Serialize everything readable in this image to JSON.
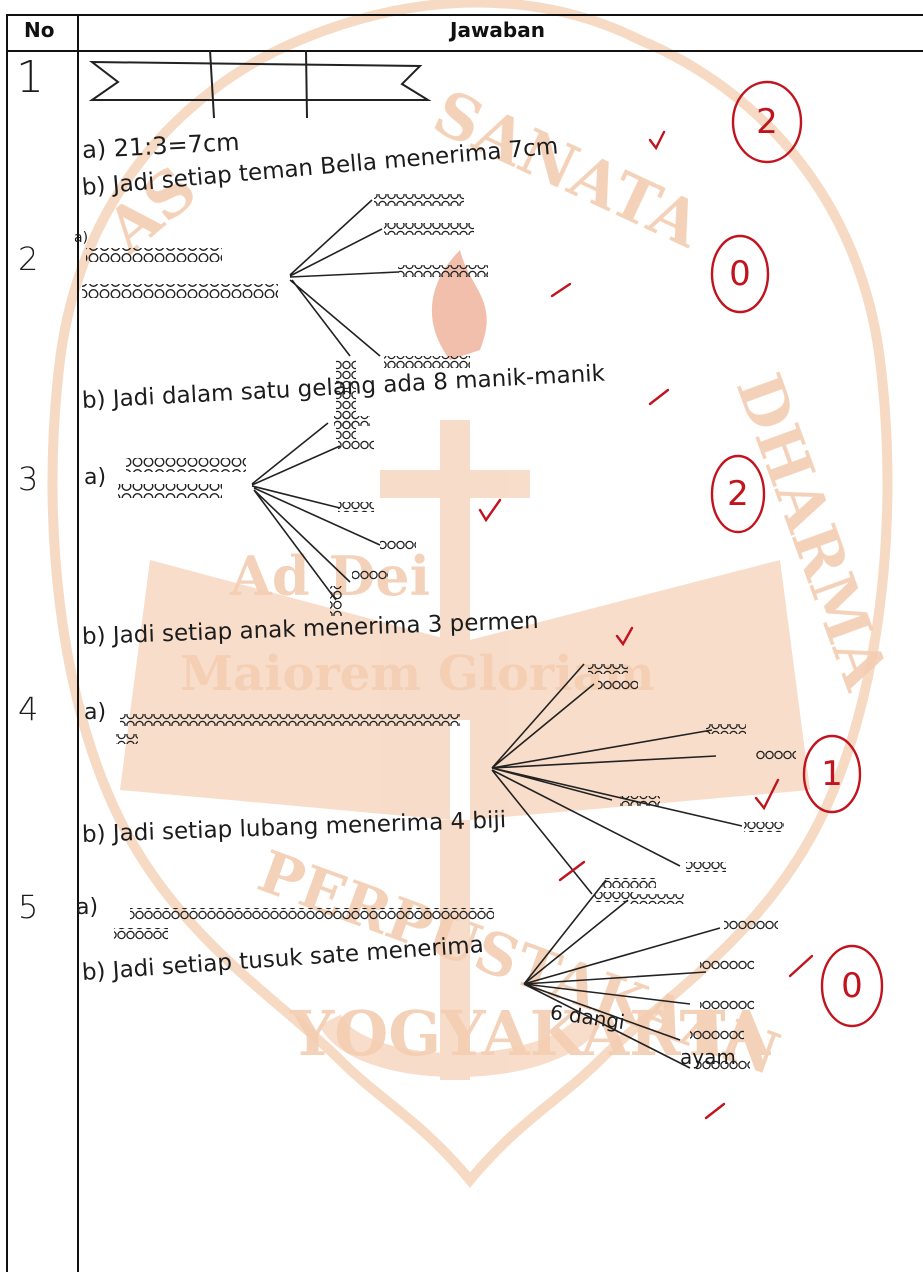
{
  "header": {
    "no_label": "No",
    "answer_label": "Jawaban"
  },
  "watermark": {
    "lines": [
      "Ad Dei",
      "Maiorem Gloriam",
      "PERPUSTAKAAN",
      "YOGYAKARTA",
      "SANATA",
      "DHARMA",
      "AS"
    ],
    "color": "#f7d7c0"
  },
  "questions": [
    {
      "no": "1",
      "a": "a) 21:3=7cm",
      "b": "b) Jadi setiap teman Bella menerima 7cm",
      "score": "2"
    },
    {
      "no": "2",
      "a": "a)",
      "b": "b) Jadi dalam satu gelang ada 8 manik-manik",
      "score": "0"
    },
    {
      "no": "3",
      "a": "a)",
      "b": "b) Jadi setiap anak menerima 3 permen",
      "score": "2"
    },
    {
      "no": "4",
      "a": "a)",
      "b": "b) Jadi setiap lubang menerima 4 biji",
      "score": "1"
    },
    {
      "no": "5",
      "a": "a)",
      "b": "b) Jadi setiap tusuk sate menerima",
      "b_cont": "6 dangi",
      "b_cont2": "ayam",
      "score": "0"
    }
  ],
  "colors": {
    "ink": "#1c1c1c",
    "grader_red": "#c0141e",
    "watermark": "#f7d7c0"
  }
}
